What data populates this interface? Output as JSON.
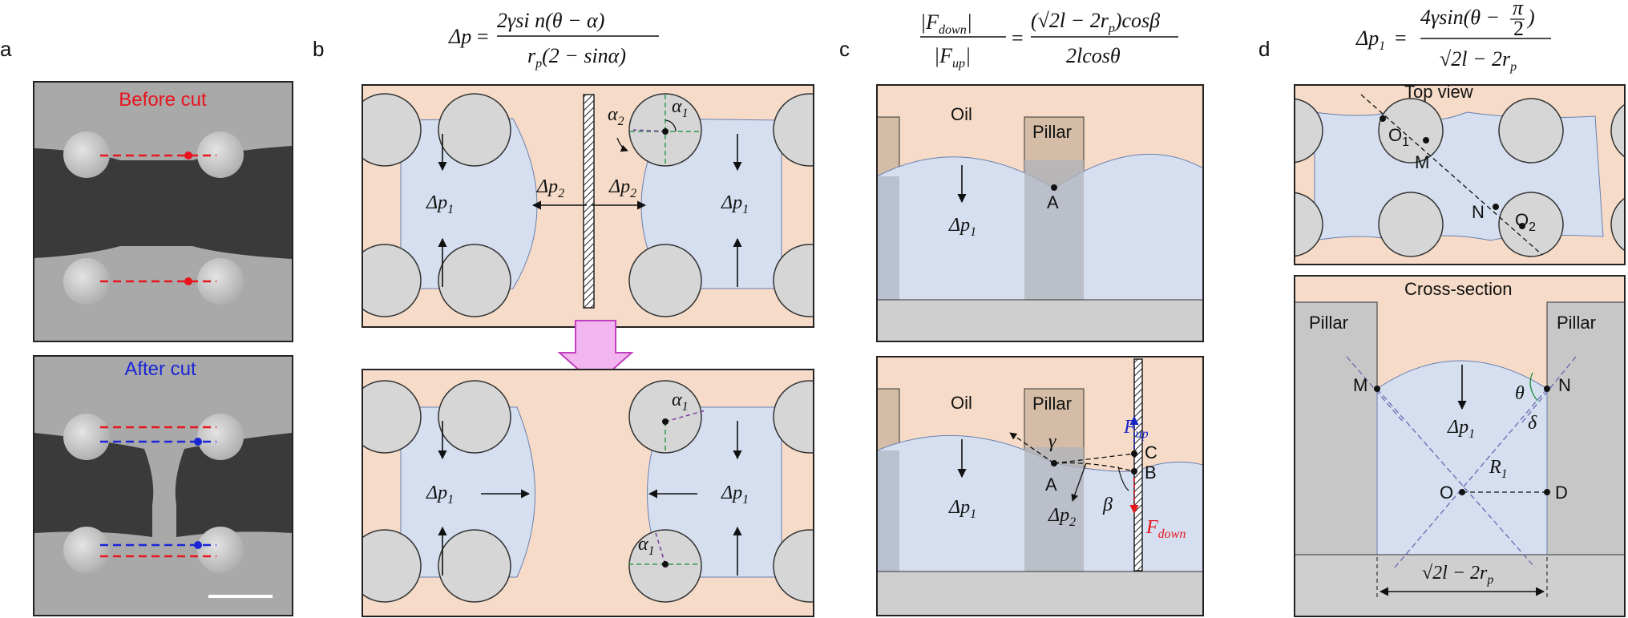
{
  "panel_labels": [
    "a",
    "b",
    "c",
    "d"
  ],
  "panel_a": {
    "before_label": "Before cut",
    "after_label": "After cut",
    "colors": {
      "before": "#e8141e",
      "after": "#1a26d6"
    }
  },
  "panel_b": {
    "equation": {
      "lhs": "Δp",
      "num": "2γsi n(θ − α)",
      "den_r": "r",
      "den_rsub": "p",
      "den_rest": "(2 − sinα)"
    },
    "delta_p1": "Δp",
    "delta_p1_sub": "1",
    "delta_p2": "Δp",
    "delta_p2_sub": "2",
    "alpha1": "α",
    "alpha1_sub": "1",
    "alpha2": "α",
    "alpha2_sub": "2"
  },
  "panel_c": {
    "equation": {
      "num_left": "|F",
      "num_left_sub": "down",
      "num_left_end": "|",
      "den_left": "|F",
      "den_left_sub": "up",
      "den_left_end": "|",
      "num_right": "(√2l − 2r",
      "num_right_sub": "p",
      "num_right_end": ")cosβ",
      "den_right": "2lcosθ"
    },
    "oil": "Oil",
    "pillar": "Pillar",
    "point_a": "A",
    "point_b": "B",
    "point_c": "C",
    "gamma": "γ",
    "beta": "β",
    "f_up": "F",
    "f_up_sub": "up",
    "f_down": "F",
    "f_down_sub": "down",
    "delta_p1": "Δp",
    "delta_p1_sub": "1",
    "delta_p2": "Δp",
    "delta_p2_sub": "2",
    "colors": {
      "f_up": "#1a26c8",
      "f_down": "#e8141e"
    }
  },
  "panel_d": {
    "equation": {
      "lhs": "Δp",
      "lhs_sub": "1",
      "num": "4γsin(θ − ",
      "frac_num": "π",
      "frac_den": "2",
      "num_end": ")",
      "den": "√2l − 2r",
      "den_sub": "p"
    },
    "top_view": "Top view",
    "cross_section": "Cross-section",
    "pillar_left": "Pillar",
    "pillar_right": "Pillar",
    "o1": "O",
    "o1_sub": "1",
    "o2": "O",
    "o2_sub": "2",
    "m": "M",
    "n": "N",
    "o": "O",
    "d": "D",
    "theta": "θ",
    "delta": "δ",
    "r1": "R",
    "r1_sub": "1",
    "delta_p1": "Δp",
    "delta_p1_sub": "1",
    "width": "√2l − 2r",
    "width_sub": "p",
    "colors": {
      "theta": "#1a8a3a"
    }
  },
  "colors": {
    "oil": "#f6dcc8",
    "water": "#d5dff0",
    "pillar": "#d6d6d6",
    "pillar_cs": "#c7c7c7",
    "substrate": "#cfcfcf",
    "pillar_top": "#d4bca6",
    "arrow_fill": "#f2b5ef",
    "arrow_stroke": "#c040c0"
  }
}
